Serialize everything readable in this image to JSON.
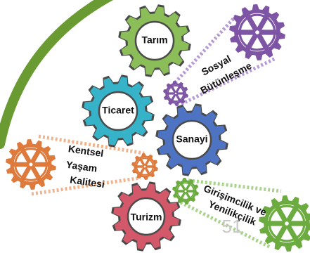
{
  "colors": {
    "accent_green": "#6a9a32",
    "tarim": "#8bbd58",
    "ticaret": "#36b3c8",
    "sanayi": "#4f73c3",
    "turizm": "#d2586a",
    "purple": "#7e55a4",
    "purple_light": "#b79ad4",
    "orange": "#de7a3b",
    "orange_light": "#efb48d",
    "green_gear": "#6bab3f",
    "green_light": "#a9d38a"
  },
  "gears": {
    "tarim": "Tarım",
    "ticaret": "Ticaret",
    "sanayi": "Sanayi",
    "turizm": "Turizm"
  },
  "labels": {
    "sosyal_line1": "Sosyal",
    "sosyal_line2": "Bütünleşme",
    "kentsel_line1": "Kentsel",
    "kentsel_line2": "Yaşam",
    "kentsel_line3": "Kalitesi",
    "girisim_line1": "Girişimcilik ve",
    "girisim_line2": "Yenilikçilik"
  },
  "page_number": "51"
}
